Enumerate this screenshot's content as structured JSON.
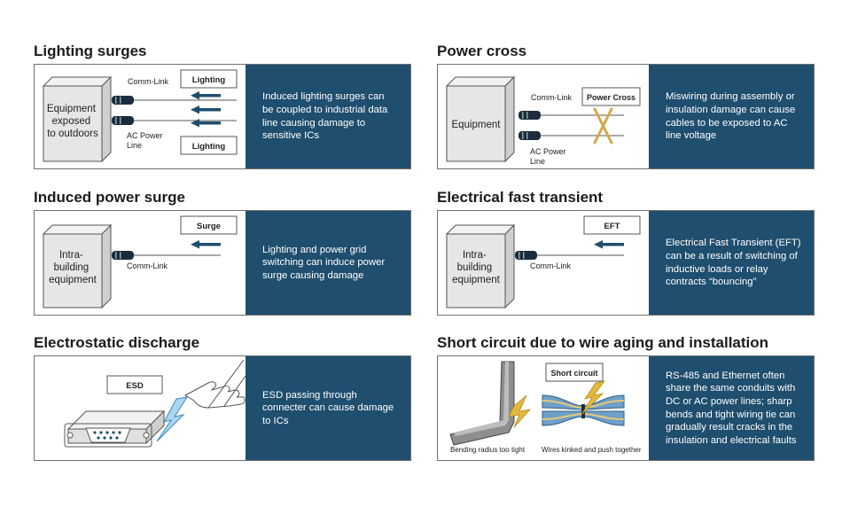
{
  "panels": [
    {
      "title": "Lighting surges",
      "description": "Induced lighting surges can be coupled to industrial data line causing damage to sensitive ICs",
      "equipment_lines": [
        "Equipment",
        "exposed",
        "to outdoors"
      ],
      "comm_link_label": "Comm-Link",
      "ac_power_lines": [
        "AC Power",
        "Line"
      ],
      "tag_top": "Lighting",
      "tag_bottom": "Lighting"
    },
    {
      "title": "Power cross",
      "description": "Miswiring during assembly or insulation damage can cause cables to be exposed to AC line voltage",
      "equipment_lines": [
        "Equipment"
      ],
      "comm_link_label": "Comm-Link",
      "ac_power_lines": [
        "AC Power",
        "Line"
      ],
      "tag": "Power Cross"
    },
    {
      "title": "Induced power surge",
      "description": "Lighting and power grid switching can induce power surge causing damage",
      "equipment_lines": [
        "Intra-",
        "building",
        "equipment"
      ],
      "comm_link_label": "Comm-Link",
      "tag": "Surge"
    },
    {
      "title": "Electrical fast transient",
      "description": "Electrical Fast Transient (EFT) can be a result of switching of inductive loads or relay contracts “bouncing”",
      "equipment_lines": [
        "Intra-",
        "building",
        "equipment"
      ],
      "comm_link_label": "Comm-Link",
      "tag": "EFT"
    },
    {
      "title": "Electrostatic discharge",
      "description": "ESD passing through connecter can cause damage to ICs",
      "tag": "ESD"
    },
    {
      "title": "Short circuit due to wire aging and installation",
      "description": "RS-485 and Ethernet often share the same conduits with DC or AC power lines; sharp bends and tight wiring tie can gradually result cracks in the insulation and electrical faults",
      "tag": "Short circuit",
      "caption_left": "Bending radius too tight",
      "caption_right": "Wires kinked and push together"
    }
  ],
  "colors": {
    "accent": "#1f4e6e",
    "box_fill": "#e6e6e6",
    "spark": "#e2b93b",
    "cross": "#d4a84a"
  }
}
